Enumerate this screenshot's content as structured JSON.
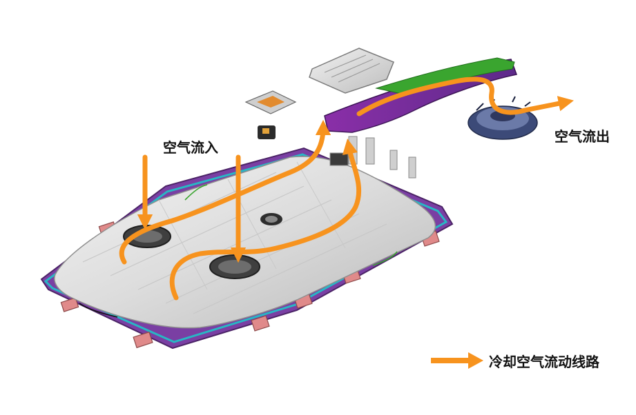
{
  "labels": {
    "air_inflow": "空气流入",
    "air_outflow": "空气流出"
  },
  "legend": {
    "label": "冷却空气流动线路",
    "color": "#f7931e"
  },
  "colors": {
    "airflow_arrow": "#f7931e",
    "duct": "#7b2d9e",
    "duct_top": "#3aa52f",
    "tray_border": "#7a3fa3",
    "tray_border_cyan": "#28b7c4",
    "battery_cover": "#d9d9d9",
    "mount_brackets": "#e08a8a"
  }
}
